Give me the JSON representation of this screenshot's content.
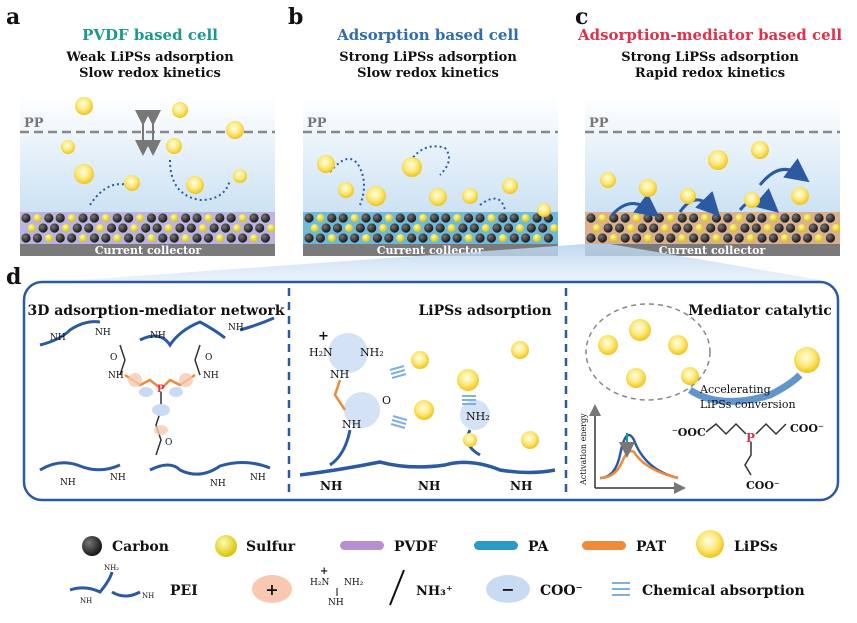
{
  "panels": {
    "a": {
      "letter": "a",
      "title": "PVDF based cell",
      "title_color": "#1a9a8a",
      "line1": "Weak LiPSs adsorption",
      "line2": "Slow redox kinetics",
      "pp": "PP",
      "collector": "Current collector"
    },
    "b": {
      "letter": "b",
      "title": "Adsorption based cell",
      "title_color": "#2f6db0",
      "line1": "Strong LiPSs adsorption",
      "line2": "Slow redox kinetics",
      "pp": "PP",
      "collector": "Current collector"
    },
    "c": {
      "letter": "c",
      "title": "Adsorption-mediator based cell",
      "title_color": "#e0304a",
      "line1": "Strong LiPSs adsorption",
      "line2": "Rapid redox kinetics",
      "pp": "PP",
      "collector": "Current collector"
    }
  },
  "panel_d": {
    "letter": "d",
    "sub1": {
      "title": "3D adsorption-mediator network",
      "labels": [
        "NH",
        "NH",
        "NH",
        "NH",
        "NH",
        "NH",
        "NH",
        "NH",
        "O",
        "O",
        "NH",
        "NH",
        "O",
        "P"
      ]
    },
    "sub2": {
      "title": "LiPSs adsorption",
      "h2n": "H₂N",
      "plus": "+",
      "nh2_a": "NH₂",
      "nh_a": "NH",
      "o": "O",
      "nh_b": "NH",
      "nh2_b": "NH₂",
      "nh_c": "NH",
      "nh_d": "NH",
      "nh_e": "NH"
    },
    "sub3": {
      "title": "Mediator catalytic",
      "accel1": "Accelerating",
      "accel2": "LiPSs conversion",
      "ylabel": "Activation energy",
      "ooc": "⁻OOC",
      "coo_right": "COO⁻",
      "coo_bottom": "COO⁻",
      "p": "P"
    }
  },
  "legend": {
    "carbon": "Carbon",
    "sulfur": "Sulfur",
    "pvdf": "PVDF",
    "pa": "PA",
    "pat": "PAT",
    "lipss": "LiPSs",
    "pei": "PEI",
    "plus": "+",
    "guan_nh2_left": "H₂N",
    "guan_nh2_right": "NH₂",
    "guan_nh": "NH",
    "guan_plus": "+",
    "nh3": "NH₃⁺",
    "minus": "−",
    "coo": "COO⁻",
    "chem": "Chemical absorption",
    "pei_nh2": "NH₂",
    "pei_nh_left": "NH",
    "pei_nh_right": "NH"
  },
  "colors": {
    "carbon": "#2a2a2a",
    "sulfur": "#f2e21c",
    "pvdf": "#b58fd0",
    "pa": "#2b9bc4",
    "pat": "#ee8a3a",
    "frame": "#2c5aa0",
    "chain": "#2c5aa0"
  }
}
